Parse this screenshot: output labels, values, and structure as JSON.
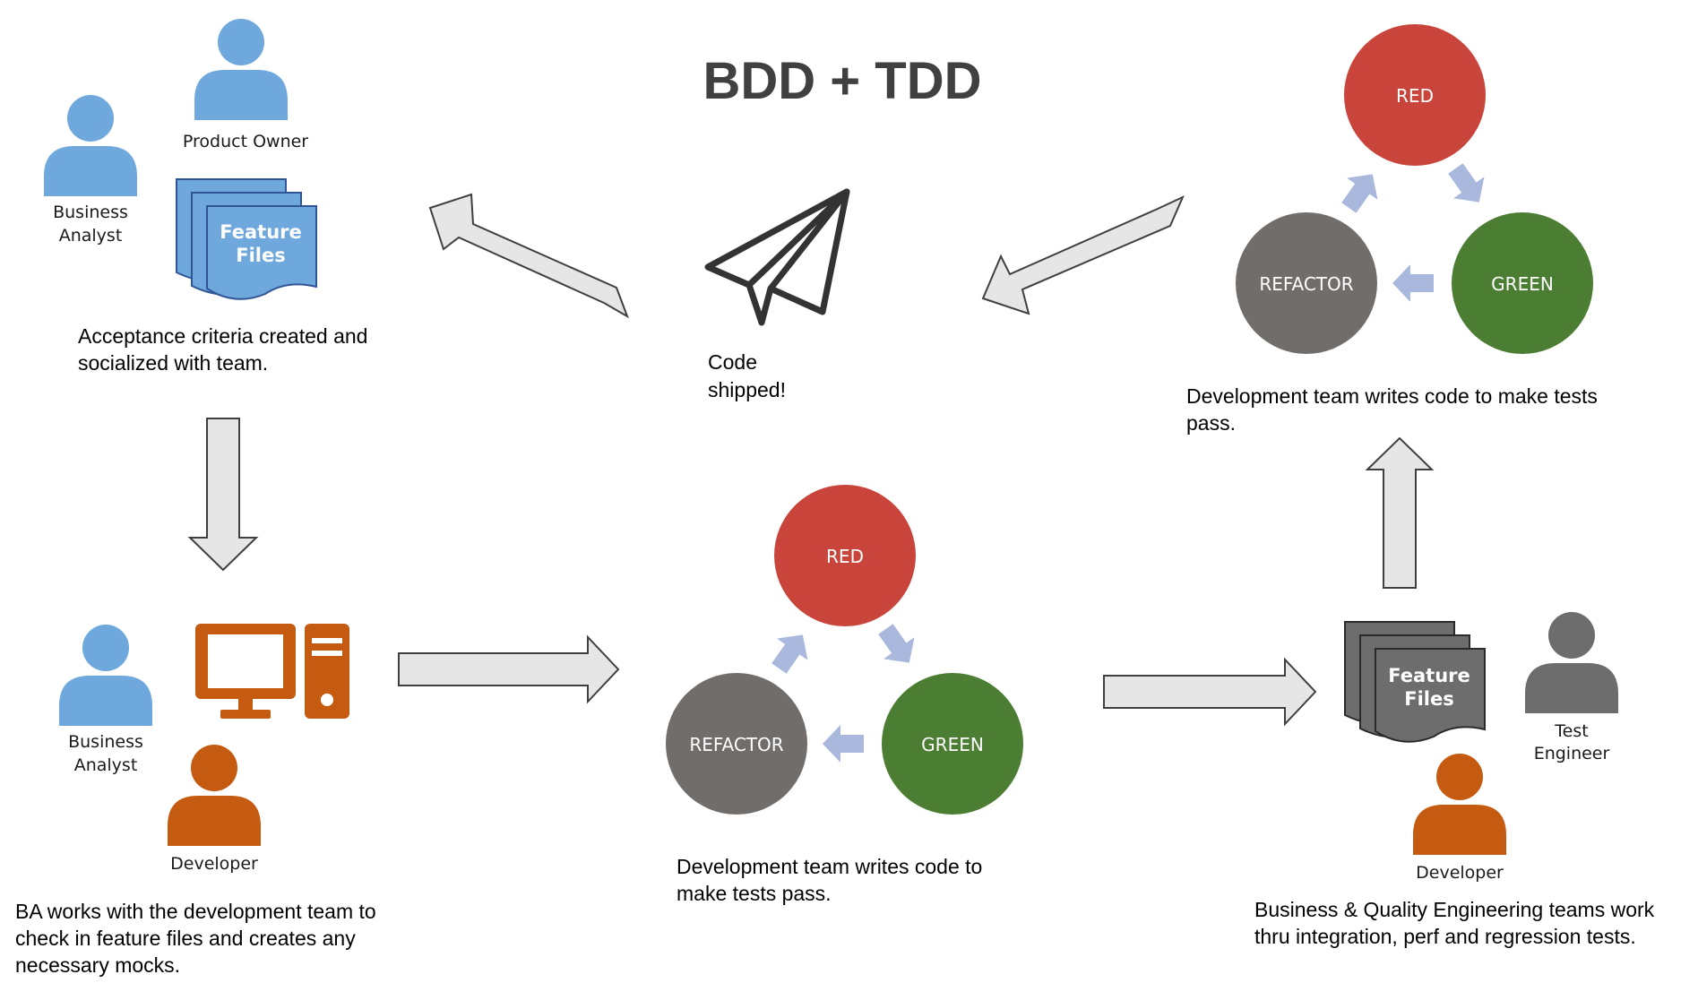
{
  "title": "BDD + TDD",
  "colors": {
    "blue_person": "#6fa8dc",
    "orange": "#c55a11",
    "gray_person": "#6d6d6d",
    "red_circle": "#c9443a",
    "green_circle": "#4b7d33",
    "refactor_circle": "#716d6b",
    "cycle_arrow": "#a9b8dc",
    "flow_arrow_fill": "#e6e6e6"
  },
  "icons": [
    "person-icon",
    "document-stack-icon",
    "paper-plane-icon",
    "desktop-computer-icon",
    "cycle-arrow-icon",
    "flow-arrow-icon"
  ],
  "step1": {
    "product_owner": "Product Owner",
    "ba_line1": "Business",
    "ba_line2": "Analyst",
    "feature_line1": "Feature",
    "feature_line2": "Files",
    "caption_line1": "Acceptance criteria created and",
    "caption_line2": "socialized with team."
  },
  "step2": {
    "ba_line1": "Business",
    "ba_line2": "Analyst",
    "developer": "Developer",
    "caption_line1": "BA works with the development team to",
    "caption_line2": "check in feature files and creates any",
    "caption_line3": "necessary mocks."
  },
  "step3": {
    "red": "RED",
    "green": "GREEN",
    "refactor": "REFACTOR",
    "caption_line1": "Development team writes code to",
    "caption_line2": "make tests pass."
  },
  "step4": {
    "feature_line1": "Feature",
    "feature_line2": "Files",
    "te_line1": "Test",
    "te_line2": "Engineer",
    "developer": "Developer",
    "caption_line1": "Business & Quality Engineering teams work",
    "caption_line2": "thru integration, perf and regression tests."
  },
  "step5": {
    "red": "RED",
    "green": "GREEN",
    "refactor": "REFACTOR",
    "caption_line1": "Development team writes code to make tests",
    "caption_line2": "pass."
  },
  "step6": {
    "caption_line1": "Code",
    "caption_line2": "shipped!"
  }
}
